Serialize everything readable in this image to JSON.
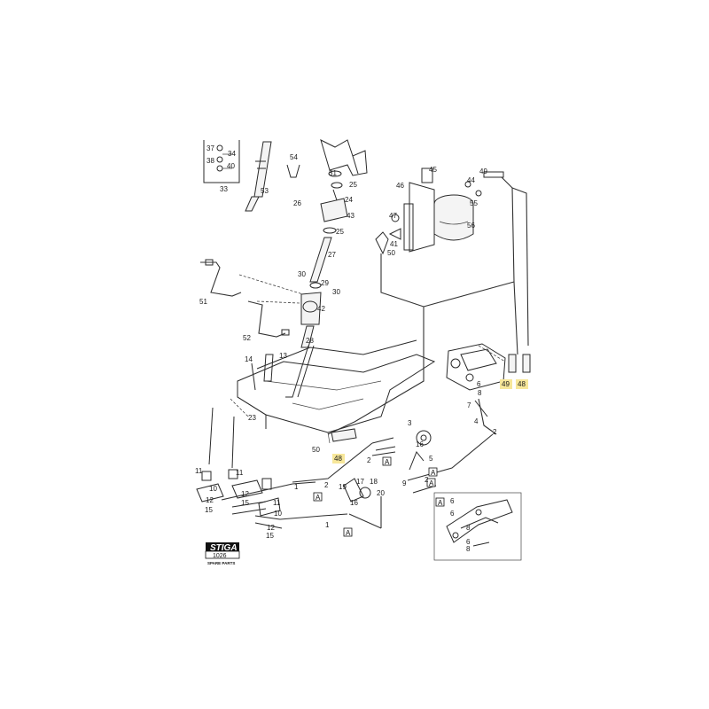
{
  "logo": {
    "brand": "STIGA",
    "number": "1026",
    "subtitle": "SPARE PARTS"
  },
  "callouts": [
    {
      "id": "c37",
      "label": "37"
    },
    {
      "id": "c34",
      "label": "34"
    },
    {
      "id": "c38",
      "label": "38"
    },
    {
      "id": "c40",
      "label": "40"
    },
    {
      "id": "c33",
      "label": "33"
    },
    {
      "id": "c53",
      "label": "53"
    },
    {
      "id": "c54",
      "label": "54"
    },
    {
      "id": "c31",
      "label": "31"
    },
    {
      "id": "c25a",
      "label": "25"
    },
    {
      "id": "c24",
      "label": "24"
    },
    {
      "id": "c26",
      "label": "26"
    },
    {
      "id": "c43",
      "label": "43"
    },
    {
      "id": "c25b",
      "label": "25"
    },
    {
      "id": "c27",
      "label": "27"
    },
    {
      "id": "c30a",
      "label": "30"
    },
    {
      "id": "c29",
      "label": "29"
    },
    {
      "id": "c30b",
      "label": "30"
    },
    {
      "id": "c42",
      "label": "42"
    },
    {
      "id": "c51",
      "label": "51"
    },
    {
      "id": "c52",
      "label": "52"
    },
    {
      "id": "c28",
      "label": "28"
    },
    {
      "id": "c13",
      "label": "13"
    },
    {
      "id": "c14",
      "label": "14"
    },
    {
      "id": "c23",
      "label": "23"
    },
    {
      "id": "c45",
      "label": "45"
    },
    {
      "id": "c46",
      "label": "46"
    },
    {
      "id": "c49a",
      "label": "49"
    },
    {
      "id": "c44",
      "label": "44"
    },
    {
      "id": "c55",
      "label": "55"
    },
    {
      "id": "c47",
      "label": "47"
    },
    {
      "id": "c56",
      "label": "56"
    },
    {
      "id": "c41",
      "label": "41"
    },
    {
      "id": "c50a",
      "label": "50"
    },
    {
      "id": "c49b",
      "label": "49",
      "highlight": true
    },
    {
      "id": "c48a",
      "label": "48",
      "highlight": true
    },
    {
      "id": "c6a",
      "label": "6"
    },
    {
      "id": "c8a",
      "label": "8"
    },
    {
      "id": "c7",
      "label": "7"
    },
    {
      "id": "c4",
      "label": "4"
    },
    {
      "id": "c2a",
      "label": "2"
    },
    {
      "id": "c3",
      "label": "3"
    },
    {
      "id": "c50b",
      "label": "50"
    },
    {
      "id": "c48b",
      "label": "48",
      "highlight": true
    },
    {
      "id": "c2b",
      "label": "2"
    },
    {
      "id": "c5",
      "label": "5"
    },
    {
      "id": "c11a",
      "label": "11"
    },
    {
      "id": "c11b",
      "label": "11"
    },
    {
      "id": "c2c",
      "label": "2"
    },
    {
      "id": "c1a",
      "label": "1"
    },
    {
      "id": "c17",
      "label": "17"
    },
    {
      "id": "c18",
      "label": "18"
    },
    {
      "id": "c19",
      "label": "19"
    },
    {
      "id": "c20",
      "label": "20"
    },
    {
      "id": "c16a",
      "label": "16"
    },
    {
      "id": "c16b",
      "label": "16"
    },
    {
      "id": "c9",
      "label": "9"
    },
    {
      "id": "c2d",
      "label": "2"
    },
    {
      "id": "c10a",
      "label": "10"
    },
    {
      "id": "c12a",
      "label": "12"
    },
    {
      "id": "c15a",
      "label": "15"
    },
    {
      "id": "c12b",
      "label": "12"
    },
    {
      "id": "c15b",
      "label": "15"
    },
    {
      "id": "c11c",
      "label": "11"
    },
    {
      "id": "c10b",
      "label": "10"
    },
    {
      "id": "c12c",
      "label": "12"
    },
    {
      "id": "c15c",
      "label": "15"
    },
    {
      "id": "c1b",
      "label": "1"
    },
    {
      "id": "c6b",
      "label": "6"
    },
    {
      "id": "c6c",
      "label": "6"
    },
    {
      "id": "c8b",
      "label": "8"
    },
    {
      "id": "c6d",
      "label": "6"
    },
    {
      "id": "c8c",
      "label": "8"
    }
  ],
  "boxes": [
    {
      "id": "bA1",
      "label": "A"
    },
    {
      "id": "bA2",
      "label": "A"
    },
    {
      "id": "bA3",
      "label": "A"
    },
    {
      "id": "bA4",
      "label": "A"
    },
    {
      "id": "bA5",
      "label": "A"
    },
    {
      "id": "bA6",
      "label": "A"
    }
  ]
}
